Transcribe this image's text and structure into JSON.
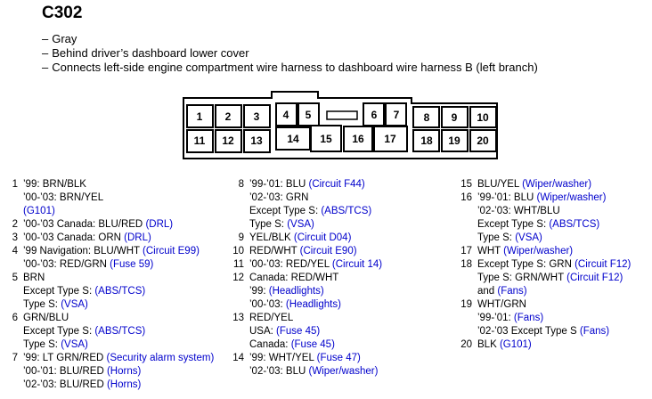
{
  "connector": {
    "name": "C302",
    "description": [
      "Gray",
      "Behind driver’s dashboard lower cover",
      "Connects left-side engine compartment wire harness to dashboard wire harness B (left branch)"
    ]
  },
  "terminals": [
    "1",
    "2",
    "3",
    "4",
    "5",
    "6",
    "7",
    "8",
    "9",
    "10",
    "11",
    "12",
    "13",
    "14",
    "15",
    "16",
    "17",
    "18",
    "19",
    "20"
  ],
  "pins_col1": [
    {
      "num": "1",
      "lines": [
        [
          {
            "t": "’99: BRN/BLK"
          }
        ],
        [
          {
            "t": "’00-’03: BRN/YEL"
          }
        ],
        [
          {
            "t": "(G101)",
            "link": true
          }
        ]
      ]
    },
    {
      "num": "2",
      "lines": [
        [
          {
            "t": "’00-’03 Canada: BLU/RED "
          },
          {
            "t": "(DRL)",
            "link": true
          }
        ]
      ]
    },
    {
      "num": "3",
      "lines": [
        [
          {
            "t": "’00-’03 Canada: ORN "
          },
          {
            "t": "(DRL)",
            "link": true
          }
        ]
      ]
    },
    {
      "num": "4",
      "lines": [
        [
          {
            "t": "’99 Navigation: BLU/WHT "
          },
          {
            "t": "(Circuit E99)",
            "link": true
          }
        ],
        [
          {
            "t": "’00-’03: RED/GRN "
          },
          {
            "t": "(Fuse 59)",
            "link": true
          }
        ]
      ]
    },
    {
      "num": "5",
      "lines": [
        [
          {
            "t": "BRN"
          }
        ],
        [
          {
            "t": "Except Type S: "
          },
          {
            "t": "(ABS/TCS)",
            "link": true
          }
        ],
        [
          {
            "t": "Type S: "
          },
          {
            "t": "(VSA)",
            "link": true
          }
        ]
      ]
    },
    {
      "num": "6",
      "lines": [
        [
          {
            "t": "GRN/BLU"
          }
        ],
        [
          {
            "t": "Except Type S: "
          },
          {
            "t": "(ABS/TCS)",
            "link": true
          }
        ],
        [
          {
            "t": "Type S: "
          },
          {
            "t": "(VSA)",
            "link": true
          }
        ]
      ]
    },
    {
      "num": "7",
      "lines": [
        [
          {
            "t": "’99: LT GRN/RED "
          },
          {
            "t": "(Security alarm system)",
            "link": true
          }
        ],
        [
          {
            "t": "’00-’01: BLU/RED "
          },
          {
            "t": "(Horns)",
            "link": true
          }
        ],
        [
          {
            "t": "’02-’03: BLU/RED "
          },
          {
            "t": "(Horns)",
            "link": true
          }
        ]
      ]
    }
  ],
  "pins_col2": [
    {
      "num": "8",
      "lines": [
        [
          {
            "t": "’99-’01: BLU "
          },
          {
            "t": "(Circuit F44)",
            "link": true
          }
        ],
        [
          {
            "t": "’02-’03: GRN"
          }
        ],
        [
          {
            "t": "Except Type S: "
          },
          {
            "t": "(ABS/TCS)",
            "link": true
          }
        ],
        [
          {
            "t": "Type S: "
          },
          {
            "t": "(VSA)",
            "link": true
          }
        ]
      ]
    },
    {
      "num": "9",
      "lines": [
        [
          {
            "t": "YEL/BLK "
          },
          {
            "t": "(Circuit D04)",
            "link": true
          }
        ]
      ]
    },
    {
      "num": "10",
      "lines": [
        [
          {
            "t": "RED/WHT "
          },
          {
            "t": "(Circuit E90)",
            "link": true
          }
        ]
      ]
    },
    {
      "num": "11",
      "lines": [
        [
          {
            "t": "’00-’03: RED/YEL "
          },
          {
            "t": "(Circuit 14)",
            "link": true
          }
        ]
      ]
    },
    {
      "num": "12",
      "lines": [
        [
          {
            "t": "Canada: RED/WHT"
          }
        ],
        [
          {
            "t": "’99: "
          },
          {
            "t": "(Headlights)",
            "link": true
          }
        ],
        [
          {
            "t": "’00-’03: "
          },
          {
            "t": "(Headlights)",
            "link": true
          }
        ]
      ]
    },
    {
      "num": "13",
      "lines": [
        [
          {
            "t": "RED/YEL"
          }
        ],
        [
          {
            "t": "USA: "
          },
          {
            "t": "(Fuse 45)",
            "link": true
          }
        ],
        [
          {
            "t": "Canada: "
          },
          {
            "t": "(Fuse 45)",
            "link": true
          }
        ]
      ]
    },
    {
      "num": "14",
      "lines": [
        [
          {
            "t": "’99: WHT/YEL "
          },
          {
            "t": "(Fuse 47)",
            "link": true
          }
        ],
        [
          {
            "t": "’02-’03: BLU "
          },
          {
            "t": "(Wiper/washer)",
            "link": true
          }
        ]
      ]
    }
  ],
  "pins_col3": [
    {
      "num": "15",
      "lines": [
        [
          {
            "t": "BLU/YEL "
          },
          {
            "t": "(Wiper/washer)",
            "link": true
          }
        ]
      ]
    },
    {
      "num": "16",
      "lines": [
        [
          {
            "t": "’99-’01: BLU "
          },
          {
            "t": "(Wiper/washer)",
            "link": true
          }
        ],
        [
          {
            "t": "’02-’03: WHT/BLU"
          }
        ],
        [
          {
            "t": "Except Type S: "
          },
          {
            "t": "(ABS/TCS)",
            "link": true
          }
        ],
        [
          {
            "t": "Type S: "
          },
          {
            "t": "(VSA)",
            "link": true
          }
        ]
      ]
    },
    {
      "num": "17",
      "lines": [
        [
          {
            "t": "WHT "
          },
          {
            "t": "(Wiper/washer)",
            "link": true
          }
        ]
      ]
    },
    {
      "num": "18",
      "lines": [
        [
          {
            "t": "Except Type S: GRN "
          },
          {
            "t": "(Circuit F12)",
            "link": true
          }
        ],
        [
          {
            "t": "Type S: GRN/WHT "
          },
          {
            "t": "(Circuit F12)",
            "link": true
          }
        ],
        [
          {
            "t": "and "
          },
          {
            "t": "(Fans)",
            "link": true
          }
        ]
      ]
    },
    {
      "num": "19",
      "lines": [
        [
          {
            "t": "WHT/GRN"
          }
        ],
        [
          {
            "t": "’99-’01: "
          },
          {
            "t": "(Fans)",
            "link": true
          }
        ],
        [
          {
            "t": "’02-’03 Except Type S "
          },
          {
            "t": "(Fans)",
            "link": true
          }
        ]
      ]
    },
    {
      "num": "20",
      "lines": [
        [
          {
            "t": "BLK "
          },
          {
            "t": "(G101)",
            "link": true
          }
        ]
      ]
    }
  ]
}
